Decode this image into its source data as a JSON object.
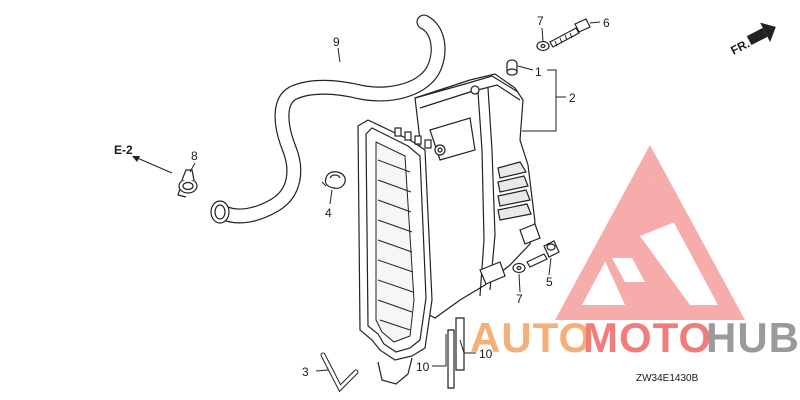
{
  "diagram": {
    "callouts": {
      "c1": "1",
      "c2": "2",
      "c3": "3",
      "c4": "4",
      "c5": "5",
      "c6": "6",
      "c7a": "7",
      "c7b": "7",
      "c8": "8",
      "c9": "9",
      "c10a": "10",
      "c10b": "10"
    },
    "ref_label": "E-2",
    "direction_label": "FR.",
    "drawing_code": "ZW34E1430B"
  },
  "watermark": {
    "part1": "AUTO",
    "part2": "MOTO",
    "part3": "HUB",
    "color_orange": "#f5b07a",
    "color_red": "#f07c7c",
    "color_gray": "#9a9a9a"
  }
}
